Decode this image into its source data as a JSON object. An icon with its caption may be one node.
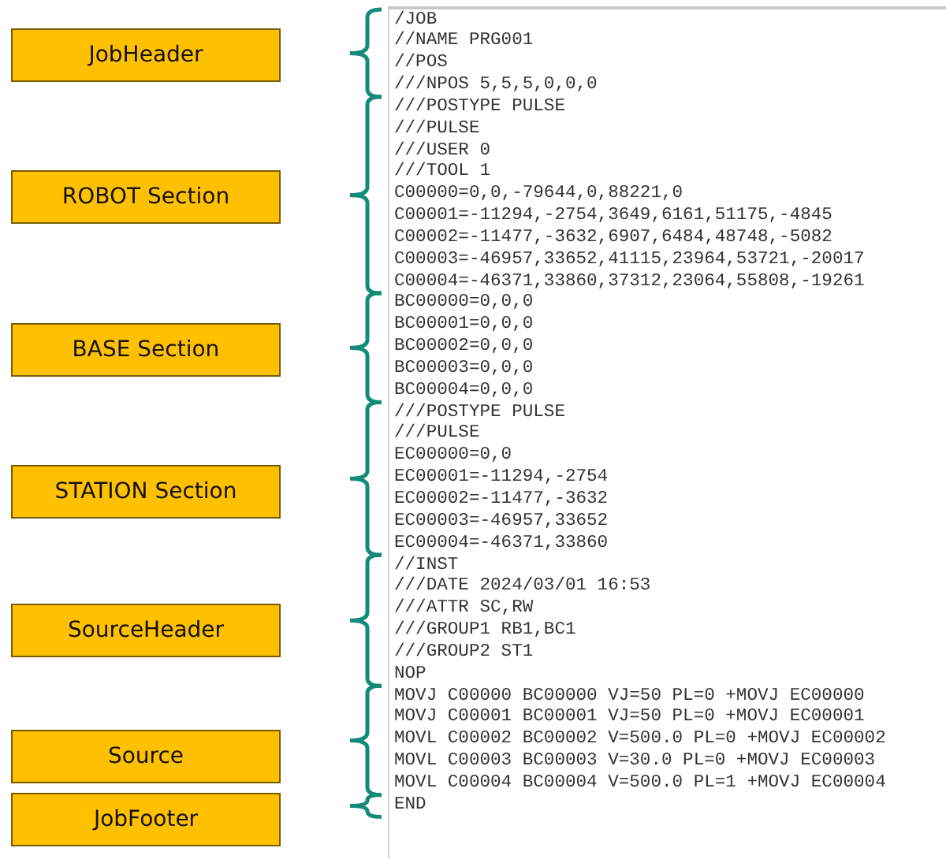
{
  "diagram": {
    "nodes": [
      {
        "text": [
          "JobHeader"
        ]
      },
      {
        "text": [
          "ROBOT Section"
        ]
      },
      {
        "text": [
          "BASE Section"
        ]
      },
      {
        "text": [
          "STATION Section"
        ]
      },
      {
        "text": [
          "SourceHeader"
        ]
      },
      {
        "text": [
          "Source"
        ]
      },
      {
        "text": [
          "JobFooter"
        ]
      }
    ],
    "labels": [
      "/JOB",
      "//NAME PRG001",
      "//POS",
      "///NPOS 5,5,5,0,0,0",
      "///POSTYPE PULSE",
      "///PULSE",
      "///USER 0",
      "///TOOL 1",
      "C00000=0,0,-79644,0,88221,0",
      "C00001=-11294,-2754,3649,6161,51175,-4845",
      "C00002=-11477,-3632,6907,6484,48748,-5082",
      "C00003=-46957,33652,41115,23964,53721,-20017",
      "C00004=-46371,33860,37312,23064,55808,-19261",
      "BC00000=0,0,0",
      "BC00001=0,0,0",
      "BC00002=0,0,0",
      "BC00003=0,0,0",
      "BC00004=0,0,0",
      "///POSTYPE PULSE",
      "///PULSE",
      "EC00000=0,0",
      "EC00001=-11294,-2754",
      "EC00002=-11477,-3632",
      "EC00003=-46957,33652",
      "EC00004=-46371,33860",
      "//INST",
      "///DATE 2024/03/01 16:53",
      "///ATTR SC,RW",
      "///GROUP1 RB1,BC1",
      "///GROUP2 ST1",
      "NOP",
      "MOVJ C00000 BC00000 VJ=50 PL=0 +MOVJ EC00000",
      "MOVJ C00001 BC00001 VJ=50 PL=0 +MOVJ EC00001",
      "MOVL C00002 BC00002 V=500.0 PL=0 +MOVJ EC00002",
      "MOVL C00003 BC00003 V=30.0 PL=0 +MOVJ EC00003",
      "MOVL C00004 BC00004 V=500.0 PL=1 +MOVJ EC00004",
      "END"
    ]
  }
}
